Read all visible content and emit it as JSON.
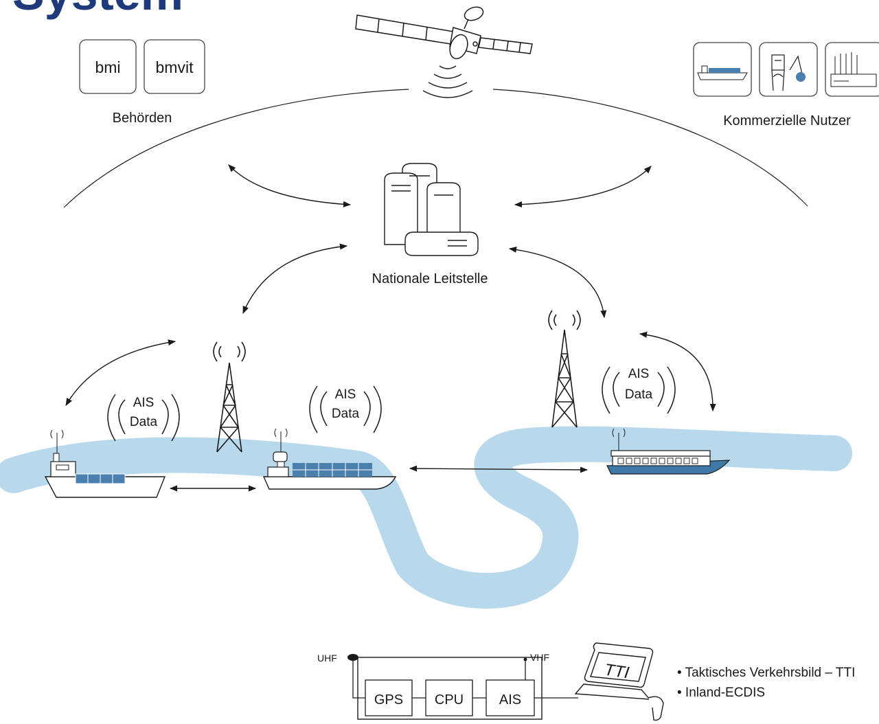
{
  "header": {
    "title_fragment": "System"
  },
  "authorities": {
    "logos": [
      "bmi",
      "bmvit"
    ],
    "label": "Behörden"
  },
  "commercial": {
    "label": "Kommerzielle Nutzer",
    "icons": [
      "barge-icon",
      "port-crane-icon",
      "factory-icon"
    ]
  },
  "control_center": {
    "label": "Nationale Leitstelle"
  },
  "ais_bubbles": [
    {
      "line1": "AIS",
      "line2": "Data"
    },
    {
      "line1": "AIS",
      "line2": "Data"
    },
    {
      "line1": "AIS",
      "line2": "Data"
    }
  ],
  "equipment": {
    "uhf": "UHF",
    "vhf": "VHF",
    "modules": [
      "GPS",
      "CPU",
      "AIS"
    ],
    "screen": "TTI"
  },
  "outputs": [
    "• Taktisches Verkehrsbild – TTI",
    "• Inland-ECDIS"
  ],
  "colors": {
    "river": "#b8d8ec",
    "cargo": "#4a7fae",
    "hull_blue": "#3f79a8",
    "title": "#1e3a7a",
    "line": "#1a1a1a"
  }
}
